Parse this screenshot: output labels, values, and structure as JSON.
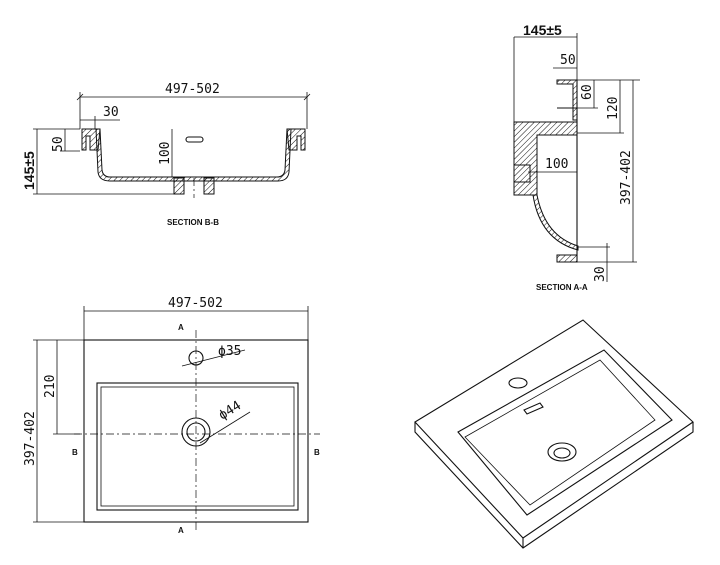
{
  "section_bb": {
    "title": "SECTION B-B",
    "width": "497-502",
    "rim": "30",
    "rim_height": "50",
    "total_height": "145±5",
    "depth": "100"
  },
  "section_aa": {
    "title": "SECTION A-A",
    "total_height": "145±5",
    "rim": "50",
    "d60": "60",
    "d120": "120",
    "length": "397-402",
    "d100": "100",
    "d30": "30"
  },
  "plan": {
    "width": "497-502",
    "length": "397-402",
    "tap_offset": "210",
    "tap_hole": "ϕ35",
    "drain": "ϕ44",
    "cut_a": "A",
    "cut_b": "B"
  }
}
